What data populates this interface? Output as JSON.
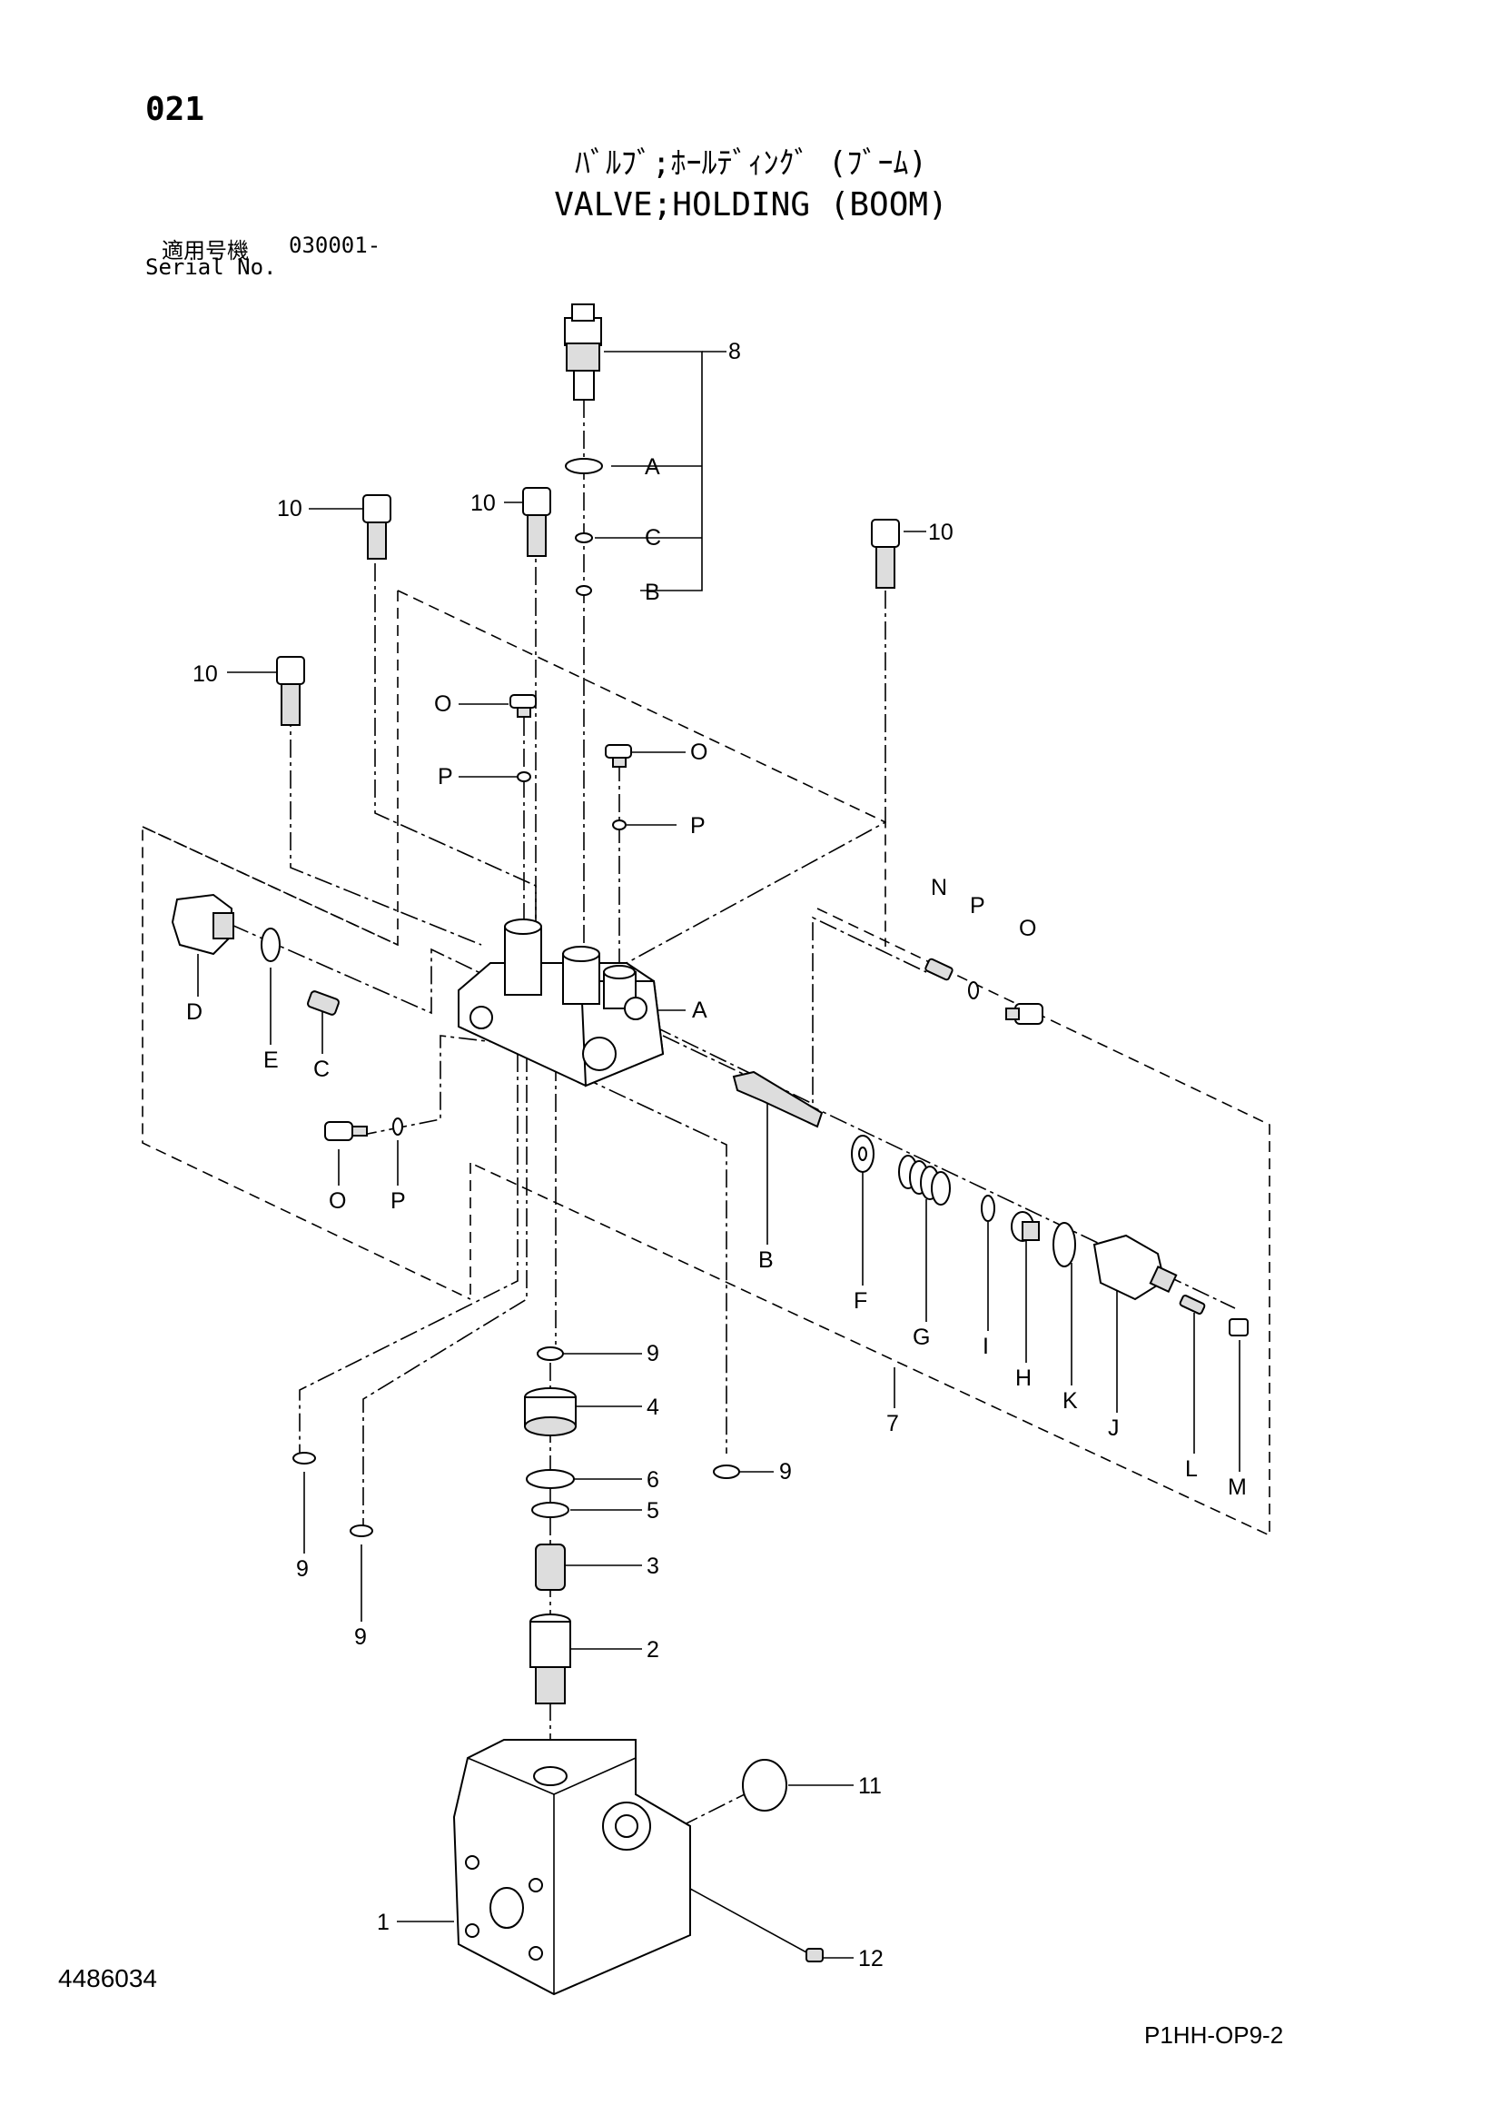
{
  "header": {
    "page_number": "021",
    "title_jp": "ﾊﾞﾙﾌﾞ;ﾎｰﾙﾃﾞｨﾝｸﾞ (ﾌﾞｰﾑ)",
    "title_en": "VALVE;HOLDING (BOOM)",
    "serial_label_jp": "適用号機",
    "serial_value": "030001-",
    "serial_label_en": "Serial No."
  },
  "footer": {
    "doc_number": "4486034",
    "page_code": "P1HH-OP9-2"
  },
  "callouts": {
    "c1": "1",
    "c2": "2",
    "c3": "3",
    "c4": "4",
    "c5": "5",
    "c6": "6",
    "c7": "7",
    "c8": "8",
    "c9a": "9",
    "c9b": "9",
    "c9c": "9",
    "c9d": "9",
    "c10a": "10",
    "c10b": "10",
    "c10c": "10",
    "c10d": "10",
    "c11": "11",
    "c12": "12",
    "cA1": "A",
    "cA2": "A",
    "cB1": "B",
    "cB2": "B",
    "cC1": "C",
    "cC2": "C",
    "cD": "D",
    "cE": "E",
    "cF": "F",
    "cG": "G",
    "cH": "H",
    "cI": "I",
    "cJ": "J",
    "cK": "K",
    "cL": "L",
    "cM": "M",
    "cN": "N",
    "cO1": "O",
    "cO2": "O",
    "cO3": "O",
    "cO4": "O",
    "cP1": "P",
    "cP2": "P",
    "cP3": "P",
    "cP4": "P"
  }
}
